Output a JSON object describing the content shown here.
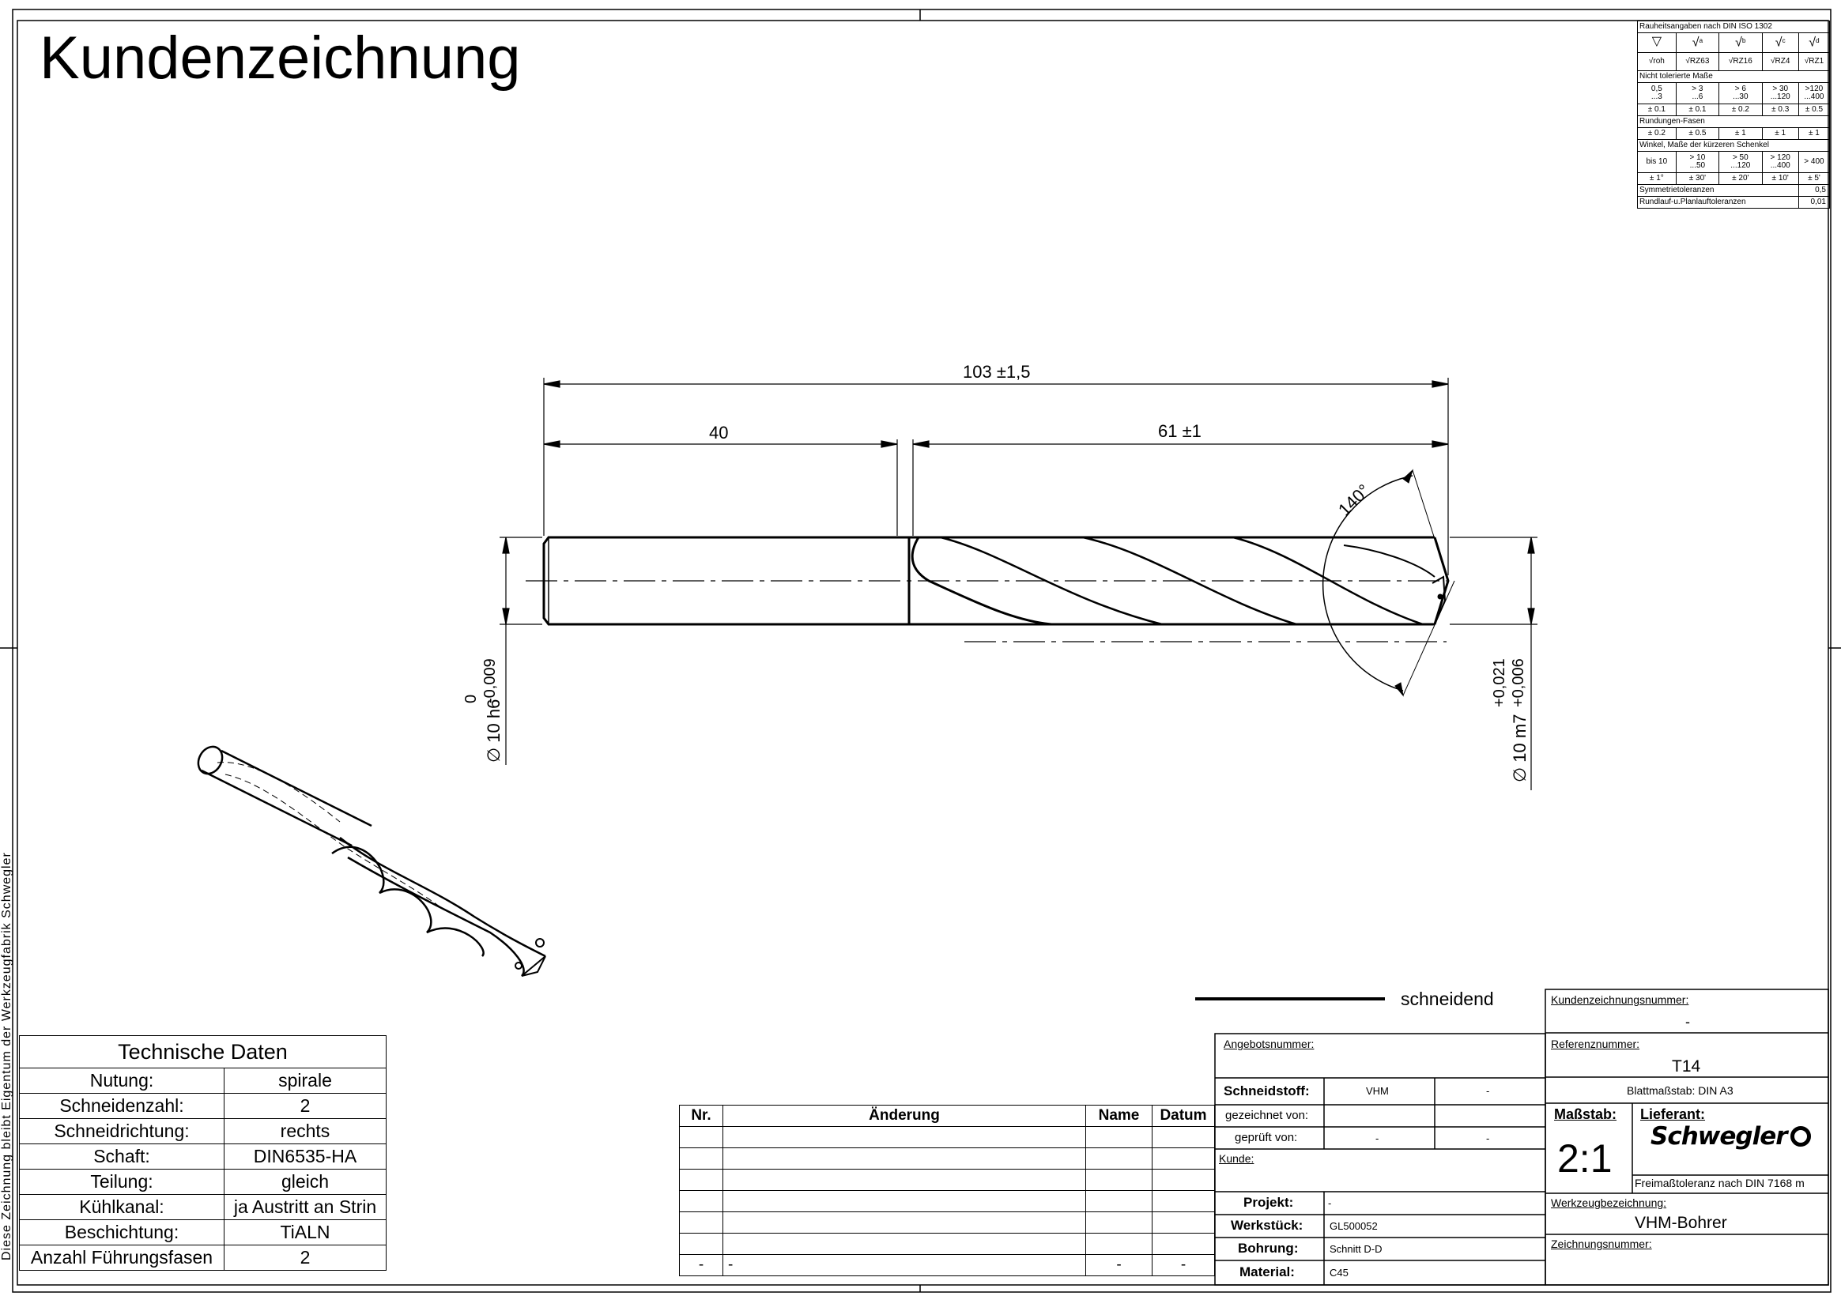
{
  "title": "Kundenzeichnung",
  "side_text": "Diese Zeichnung bleibt Eigentum der Werkzeugfabrik Schwegler",
  "dimensions": {
    "overall": "103 ±1,5",
    "shank": "40",
    "flute": "61 ±1",
    "angle": "140°",
    "shank_dia": "10 h6",
    "shank_tol_upper": "0",
    "shank_tol_lower": "-0,009",
    "body_dia": "10 m7",
    "body_tol_upper": "+0,021",
    "body_tol_lower": "+0,006",
    "dia_symbol": "∅"
  },
  "legend": {
    "label": "schneidend"
  },
  "tech_data": {
    "header": "Technische Daten",
    "rows": [
      {
        "label": "Nutung:",
        "value": "spirale"
      },
      {
        "label": "Schneidenzahl:",
        "value": "2"
      },
      {
        "label": "Schneidrichtung:",
        "value": "rechts"
      },
      {
        "label": "Schaft:",
        "value": "DIN6535-HA"
      },
      {
        "label": "Teilung:",
        "value": "gleich"
      },
      {
        "label": "Kühlkanal:",
        "value": "ja Austritt an Strin"
      },
      {
        "label": "Beschichtung:",
        "value": "TiALN"
      },
      {
        "label": "Anzahl Führungsfasen",
        "value": "2"
      }
    ]
  },
  "changes": {
    "headers": [
      "Nr.",
      "Änderung",
      "Name",
      "Datum"
    ],
    "last_row": [
      "-",
      "-",
      "-",
      "-"
    ]
  },
  "titleblock": {
    "angebotsnummer_label": "Angebotsnummer:",
    "schneidstoff_label": "Schneidstoff:",
    "schneidstoff_value": "VHM",
    "schneidstoff_extra": "-",
    "gezeichnet_label": "gezeichnet von:",
    "geprueft_label": "geprüft von:",
    "geprueft_value1": "-",
    "geprueft_value2": "-",
    "kunde_label": "Kunde:",
    "projekt_label": "Projekt:",
    "projekt_value": "-",
    "werkstueck_label": "Werkstück:",
    "werkstueck_value": "GL500052",
    "bohrung_label": "Bohrung:",
    "bohrung_value": "Schnitt D-D",
    "material_label": "Material:",
    "material_value": "C45",
    "kundenzeichnungsnummer_label": "Kundenzeichnungsnummer:",
    "kundenzeichnungsnummer_value": "-",
    "referenznummer_label": "Referenznummer:",
    "referenznummer_value": "T14",
    "blattmassstab": "Blattmaßstab: DIN A3",
    "massstab_label": "Maßstab:",
    "massstab_value": "2:1",
    "lieferant_label": "Lieferant:",
    "lieferant_logo": "Schwegler",
    "freimass": "Freimaßtoleranz nach DIN 7168 m",
    "werkzeugbezeichnung_label": "Werkzeugbezeichnung:",
    "werkzeugbezeichnung_value": "VHM-Bohrer",
    "zeichnungsnummer_label": "Zeichnungsnummer:"
  },
  "tolerance_table": {
    "header": "Rauheitsangaben nach DIN ISO 1302",
    "symbols": [
      "",
      "a",
      "b",
      "c",
      "d"
    ],
    "roughness": [
      "roh",
      "RZ63",
      "RZ16",
      "RZ4",
      "RZ1"
    ],
    "nicht_tol_label": "Nicht tolerierte Maße",
    "ranges_top": [
      "0,5",
      "> 3",
      "> 6",
      "> 30",
      ">120"
    ],
    "ranges_bottom": [
      "...3",
      "...6",
      "...30",
      "...120",
      "...400"
    ],
    "range_tols": [
      "± 0.1",
      "± 0.1",
      "± 0.2",
      "± 0.3",
      "± 0.5"
    ],
    "rundungen_label": "Rundungen-Fasen",
    "rundungen_tols": [
      "± 0.2",
      "± 0.5",
      "± 1",
      "± 1",
      "± 1"
    ],
    "winkel_label": "Winkel, Maße der kürzeren Schenkel",
    "winkel_ranges_top": [
      "",
      "> 10",
      "> 50",
      "> 120",
      "> 400"
    ],
    "winkel_ranges_bottom": [
      "bis 10",
      "...50",
      "...120",
      "...400",
      ""
    ],
    "winkel_tols": [
      "± 1°",
      "± 30'",
      "± 20'",
      "± 10'",
      "± 5'"
    ],
    "symmetrie_label": "Symmetrietoleranzen",
    "symmetrie_value": "0,5",
    "rundlauf_label": "Rundlauf-u.Planlauftoleranzen",
    "rundlauf_value": "0,01"
  }
}
